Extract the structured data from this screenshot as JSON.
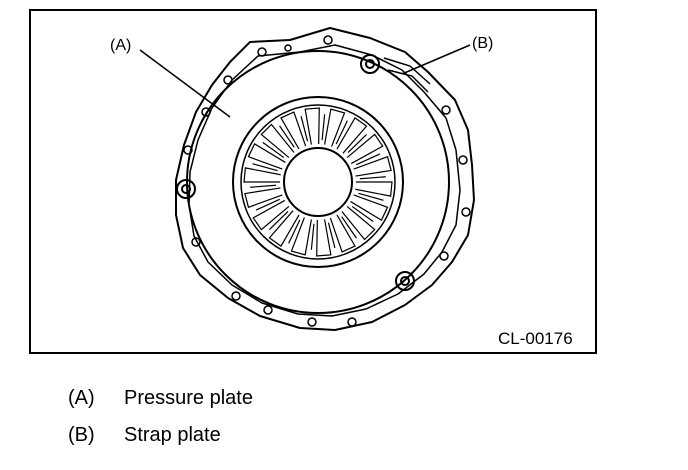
{
  "figure": {
    "callouts": [
      {
        "id": "a",
        "label": "(A)"
      },
      {
        "id": "b",
        "label": "(B)"
      }
    ],
    "code": "CL-00176"
  },
  "legend": [
    {
      "key": "(A)",
      "text": "Pressure plate"
    },
    {
      "key": "(B)",
      "text": "Strap plate"
    }
  ],
  "colors": {
    "line": "#000000",
    "background": "#ffffff"
  }
}
